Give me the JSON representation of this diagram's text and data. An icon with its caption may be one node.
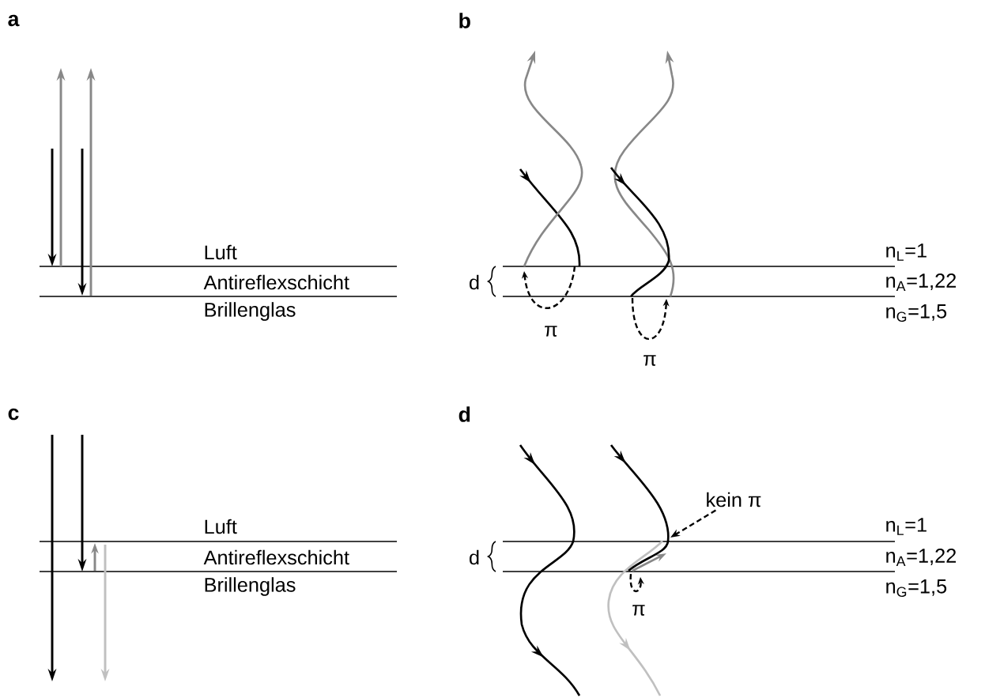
{
  "diagram": {
    "nodes": [
      {
        "text": [
          "kein π"
        ]
      },
      {
        "text": [],
        "shape": "curve"
      }
    ],
    "edges": [
      {
        "from": 0,
        "to": 1,
        "arrow": "to",
        "style": "dashed"
      }
    ],
    "labels": [
      "a",
      "b",
      "Luft",
      "n$_{L}$=1",
      "Antireflexschicht",
      "d",
      "n$_{A}$=1,22",
      "Brillenglas",
      "n$_{G}$=1,5",
      "π",
      "π",
      "c",
      "d",
      "Luft",
      "n$_{L}$=1",
      "Antireflexschicht",
      "d",
      "n$_{A}$=1,22",
      "Brillenglas",
      "n$_{G}$=1,5",
      "π"
    ]
  }
}
